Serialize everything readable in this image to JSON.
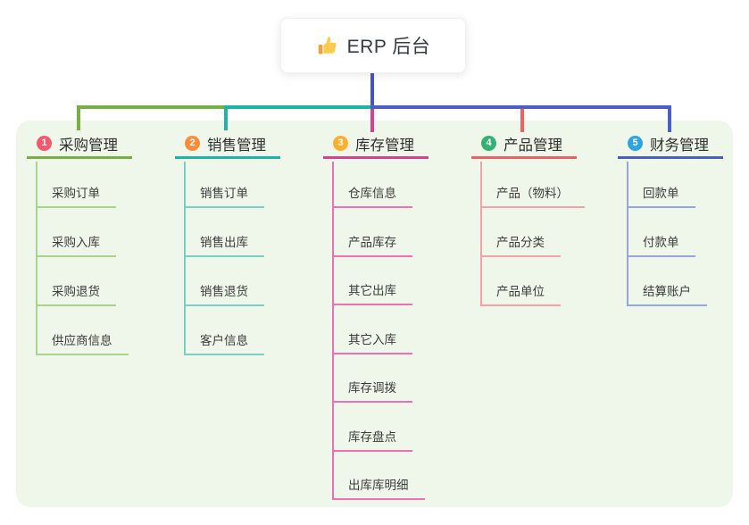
{
  "root": {
    "label": "ERP 后台",
    "icon": "thumbs-up-icon",
    "edge_color": "#4653c6",
    "text_color": "#363b42",
    "card_bg": "#ffffff"
  },
  "panel": {
    "bg": "#eef7ea"
  },
  "branches": [
    {
      "index": "1",
      "label": "采购管理",
      "badge_color": "#f4586c",
      "line_color": "#76b043",
      "sub_line_color": "#a9d489",
      "items": [
        "采购订单",
        "采购入库",
        "采购退货",
        "供应商信息"
      ]
    },
    {
      "index": "2",
      "label": "销售管理",
      "badge_color": "#fb8d3d",
      "line_color": "#1fb5a6",
      "sub_line_color": "#7bcfc6",
      "items": [
        "销售订单",
        "销售出库",
        "销售退货",
        "客户信息"
      ]
    },
    {
      "index": "3",
      "label": "库存管理",
      "badge_color": "#ffaf2e",
      "line_color": "#d8418f",
      "sub_line_color": "#ef6fb2",
      "items": [
        "仓库信息",
        "产品库存",
        "其它出库",
        "其它入库",
        "库存调拨",
        "库存盘点",
        "出库库明细"
      ]
    },
    {
      "index": "4",
      "label": "产品管理",
      "badge_color": "#35b173",
      "line_color": "#f25f63",
      "sub_line_color": "#f5a2a6",
      "items": [
        "产品（物料）",
        "产品分类",
        "产品单位"
      ]
    },
    {
      "index": "5",
      "label": "财务管理",
      "badge_color": "#2fa3dc",
      "line_color": "#4a5fc5",
      "sub_line_color": "#95a6dc",
      "items": [
        "回款单",
        "付款单",
        "结算账户"
      ]
    }
  ]
}
